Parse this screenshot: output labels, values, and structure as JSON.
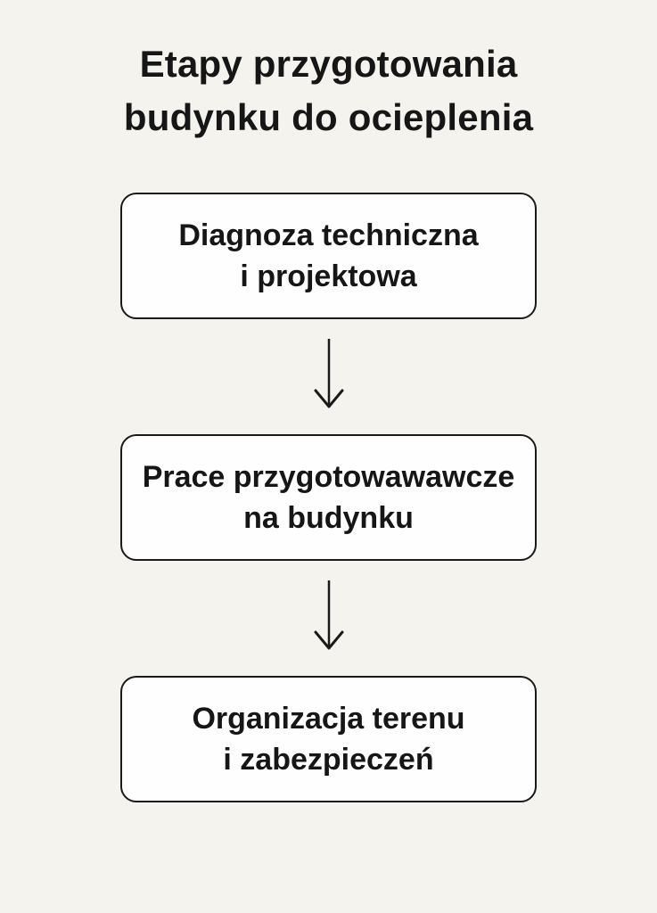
{
  "title": {
    "line1": "Etapy przygotowania",
    "line2": "budynku do ocieplenia"
  },
  "flowchart": {
    "steps": [
      {
        "name": "diagnoza",
        "line1": "Diagnoza techniczna",
        "line2": "i projektowa"
      },
      {
        "name": "prace",
        "line1": "Prace przygotowawawcze",
        "line2": "na budynku"
      },
      {
        "name": "organizacja",
        "line1": "Organizacja terenu",
        "line2": "i zabezpieczeń"
      }
    ],
    "connector_icon": "arrow-down-icon"
  },
  "colors": {
    "page_background": "#f4f3ee",
    "box_background": "#fefefe",
    "box_border": "#1a1a1a",
    "text": "#161616"
  }
}
